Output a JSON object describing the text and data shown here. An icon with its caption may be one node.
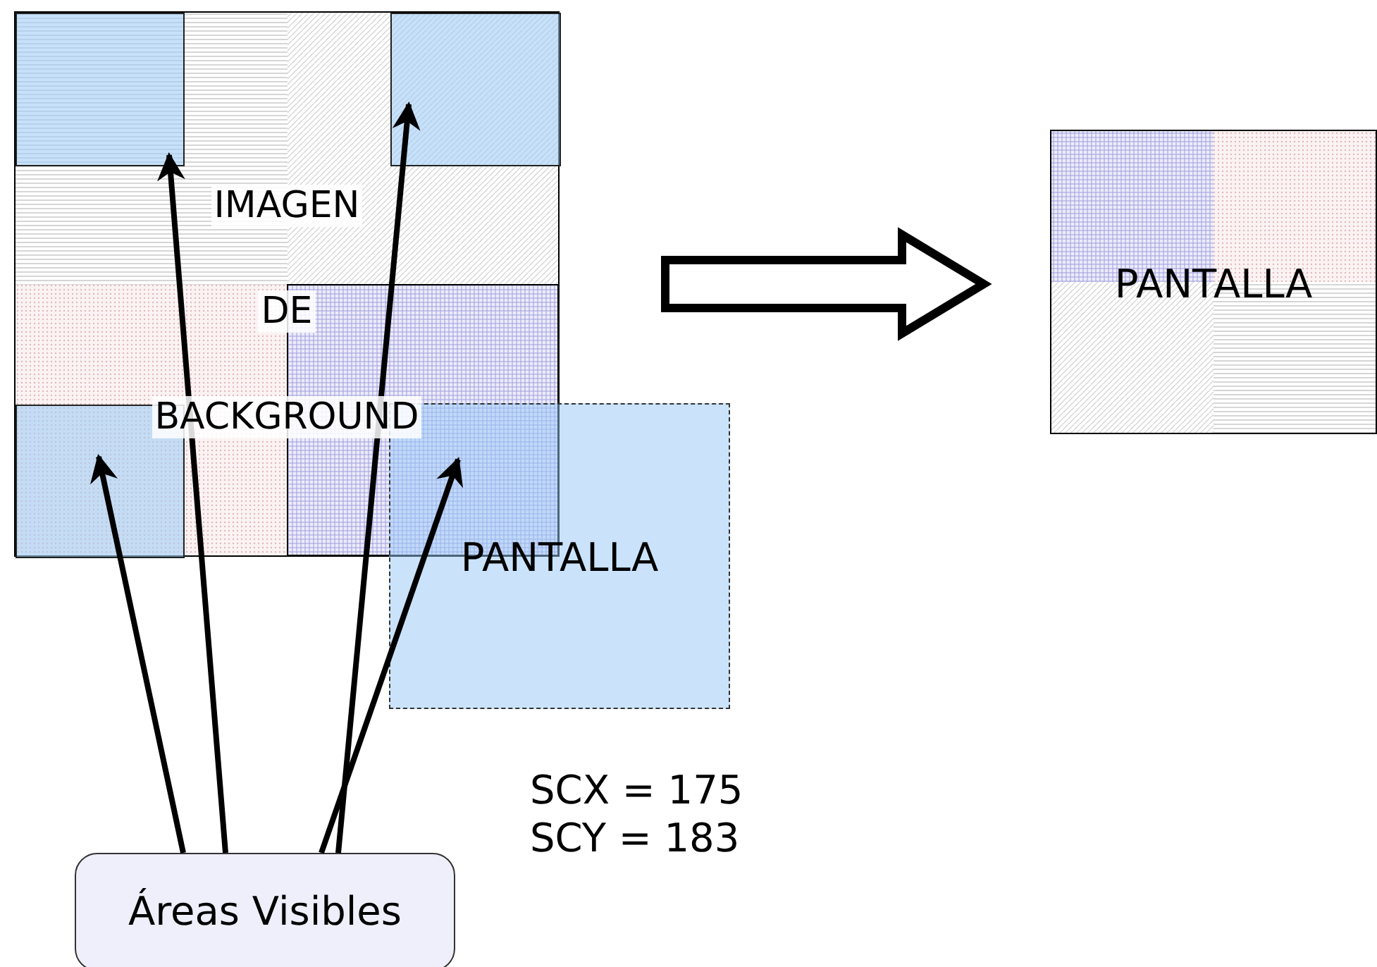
{
  "diagram": {
    "nodes": [
      {
        "text": [
          "IMAGEN DE BACKGROUND"
        ]
      },
      {
        "text": [],
        "shape": "box",
        "in": 0
      },
      {
        "text": [],
        "shape": "box",
        "in": 0
      },
      {
        "text": [],
        "shape": "box",
        "in": 0
      },
      {
        "text": [
          "PANTALLA"
        ]
      },
      {
        "text": [
          "Áreas Visibles"
        ]
      },
      {
        "text": [
          "PANTALLA"
        ]
      }
    ],
    "edges": [
      {
        "from": 5,
        "to": 1,
        "arrow": "to"
      },
      {
        "from": 5,
        "to": 3,
        "arrow": "to"
      },
      {
        "from": 5,
        "to": 4,
        "arrow": "to"
      },
      {
        "from": 5,
        "to": 2,
        "arrow": "to"
      },
      {
        "from": 0,
        "to": 6,
        "arrow": "to",
        "style": "thick"
      }
    ],
    "labels": [
      "SCX = 175",
      "SCY = 183"
    ]
  }
}
